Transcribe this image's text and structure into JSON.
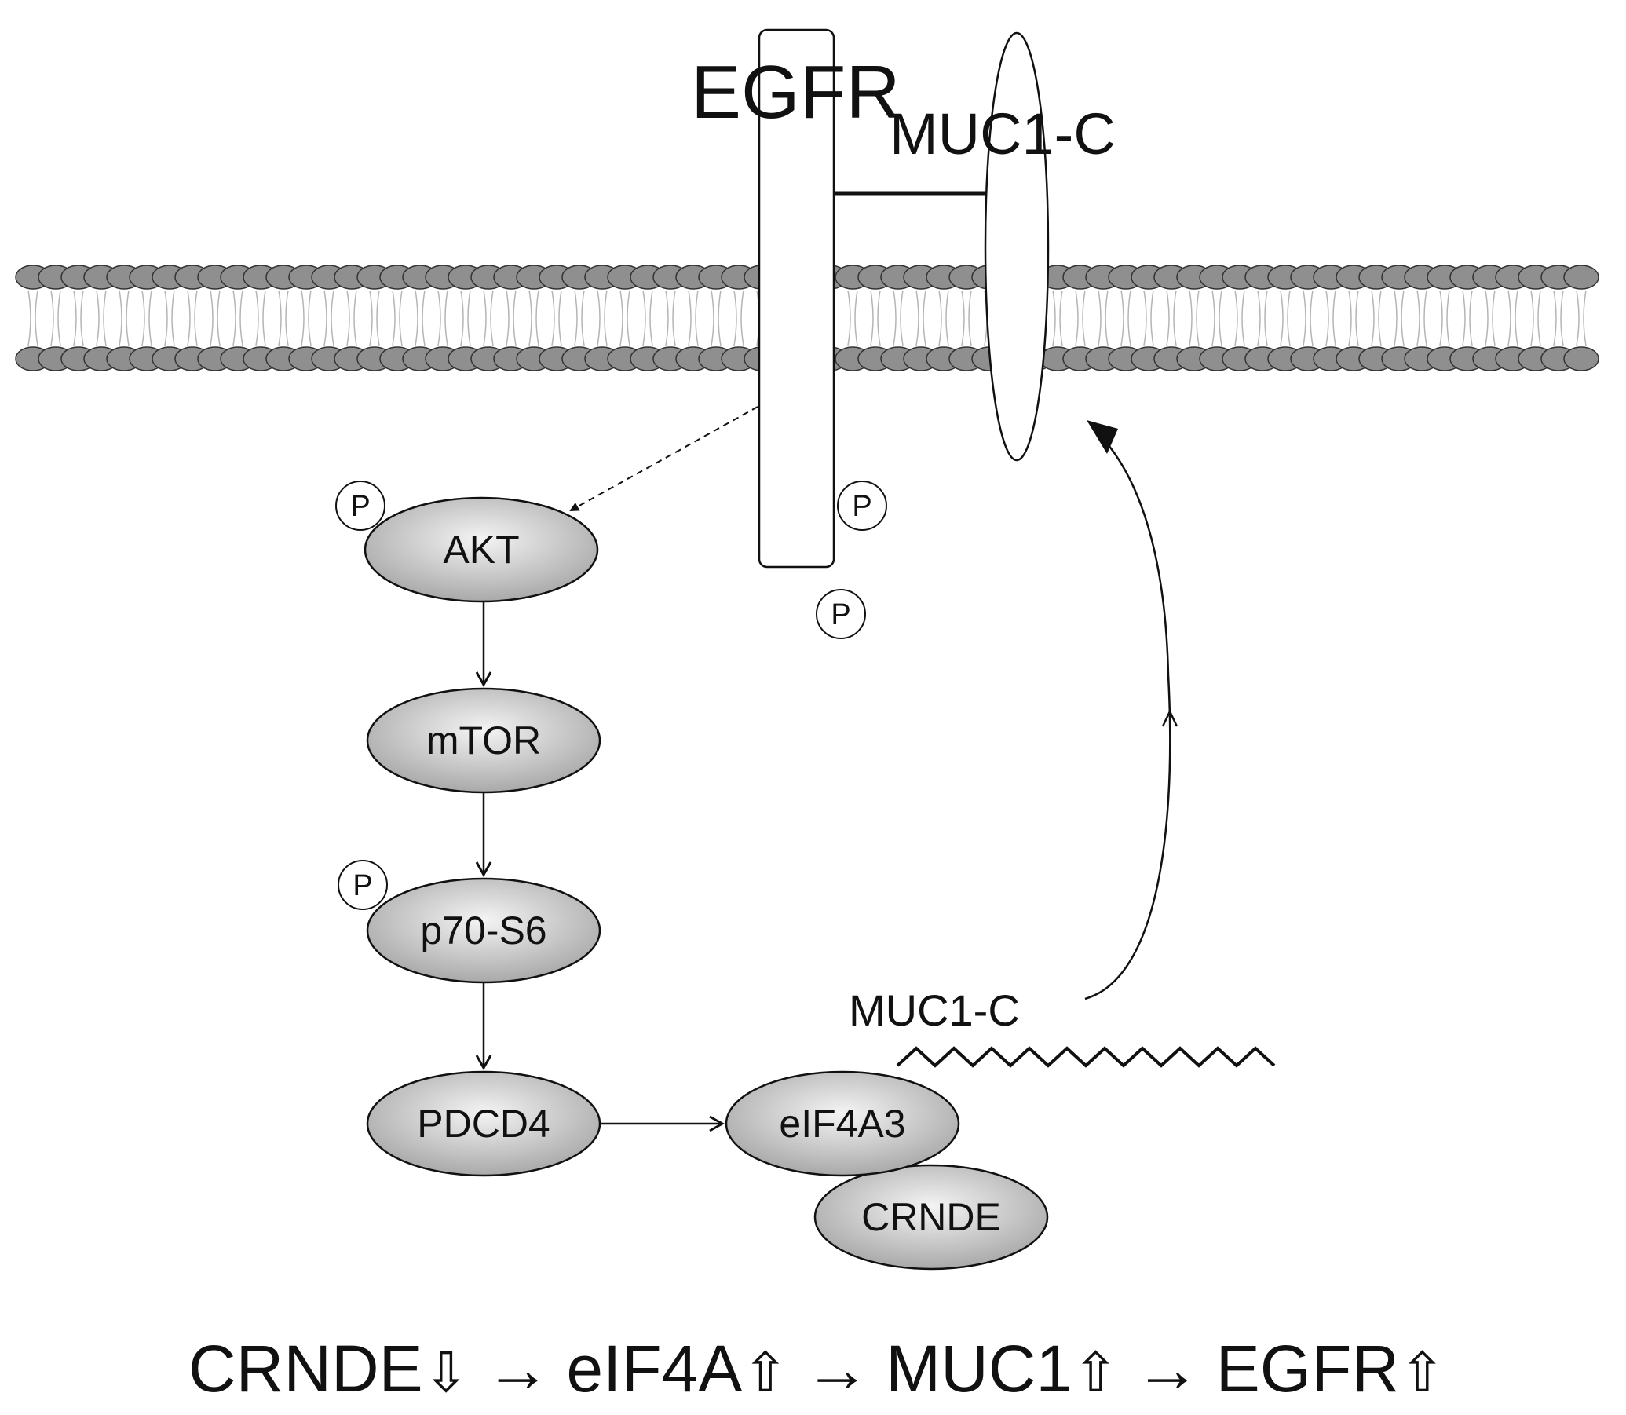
{
  "labels": {
    "egfr": "EGFR",
    "muc1c_top": "MUC1-C",
    "muc1c_mrna": "MUC1-C",
    "akt": "AKT",
    "mtor": "mTOR",
    "p70s6": "p70-S6",
    "pdcd4": "PDCD4",
    "eif4a3": "eIF4A3",
    "crnde": "CRNDE",
    "phospho": "P"
  },
  "summary": {
    "crnde": "CRNDE",
    "eif4a": "eIF4A",
    "muc1": "MUC1",
    "egfr": "EGFR",
    "down": "⇩",
    "up": "⇧",
    "arrow": "→"
  },
  "colors": {
    "node_fill_light": "#f4f4f4",
    "node_fill_dark": "#a9a9a9",
    "lipid_head": "#8f8f8f",
    "stroke": "#111111"
  }
}
